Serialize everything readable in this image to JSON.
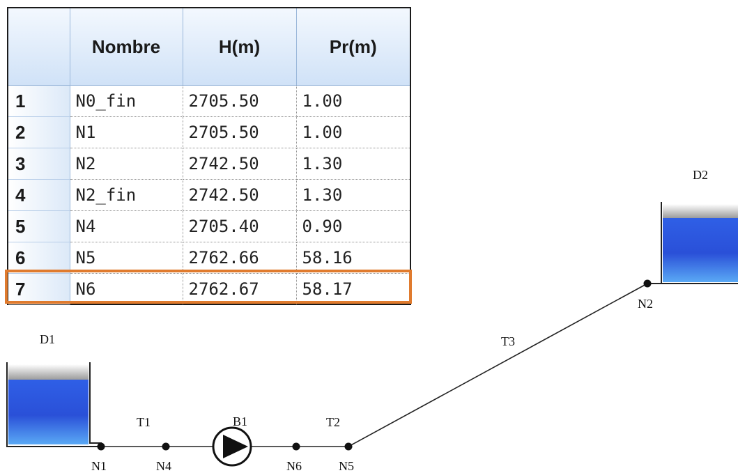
{
  "table": {
    "headers": [
      "",
      "Nombre",
      "H(m)",
      "Pr(m)"
    ],
    "rows": [
      {
        "index": "1",
        "nombre": "N0_fin",
        "h": "2705.50",
        "pr": "1.00"
      },
      {
        "index": "2",
        "nombre": "N1",
        "h": "2705.50",
        "pr": "1.00"
      },
      {
        "index": "3",
        "nombre": "N2",
        "h": "2742.50",
        "pr": "1.30"
      },
      {
        "index": "4",
        "nombre": "N2_fin",
        "h": "2742.50",
        "pr": "1.30"
      },
      {
        "index": "5",
        "nombre": "N4",
        "h": "2705.40",
        "pr": "0.90"
      },
      {
        "index": "6",
        "nombre": "N5",
        "h": "2762.66",
        "pr": "58.16"
      },
      {
        "index": "7",
        "nombre": "N6",
        "h": "2762.67",
        "pr": "58.17"
      }
    ],
    "selected_row": "7",
    "highlight_color": "#e07b2e"
  },
  "network": {
    "reservoirs": [
      "D1",
      "D2"
    ],
    "pipes": [
      "T1",
      "T2",
      "T3"
    ],
    "pump": "B1",
    "nodes": [
      "N1",
      "N4",
      "N6",
      "N5",
      "N2"
    ],
    "water_color": "#2c5ee0"
  }
}
